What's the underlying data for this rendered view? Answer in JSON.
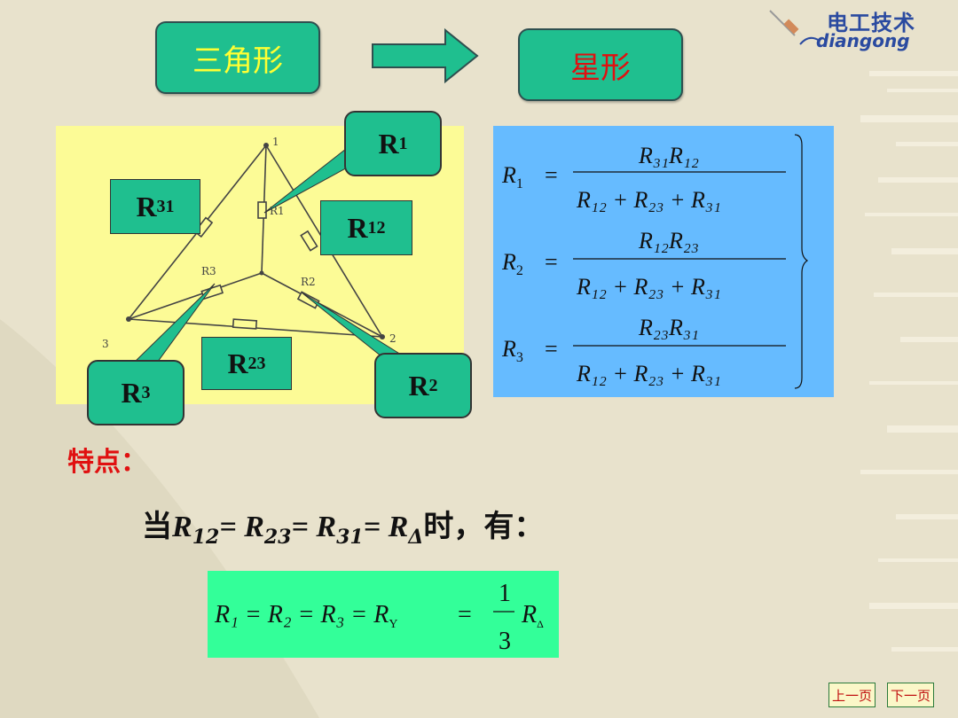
{
  "titles": {
    "triangle": "三角形",
    "star": "星形"
  },
  "logo": {
    "cn": "电工技术",
    "en": "diangong"
  },
  "labels": {
    "r1": "R",
    "r1_sub": "1",
    "r2": "R",
    "r2_sub": "2",
    "r3": "R",
    "r3_sub": "3",
    "r12": "R",
    "r12_sub": "12",
    "r23": "R",
    "r23_sub": "23",
    "r31": "R",
    "r31_sub": "31"
  },
  "sketch_labels": {
    "n1": "1",
    "n2": "2",
    "n3": "3",
    "rk1": "R1",
    "rk2": "R2",
    "rk3": "R3"
  },
  "formulas": [
    {
      "lhs": "R",
      "lhs_sub": "1",
      "num": "R₃₁R₁₂",
      "den": "R₁₂ + R₂₃ + R₃₁"
    },
    {
      "lhs": "R",
      "lhs_sub": "2",
      "num": "R₁₂R₂₃",
      "den": "R₁₂ + R₂₃ + R₃₁"
    },
    {
      "lhs": "R",
      "lhs_sub": "3",
      "num": "R₂₃R₃₁",
      "den": "R₁₂ + R₂₃ + R₃₁"
    }
  ],
  "feature": "特点：",
  "condition": {
    "prefix": "当",
    "r12": "R",
    "r12_sub": "12",
    "eq1": "= ",
    "r23": "R",
    "r23_sub": "23",
    "eq2": "= ",
    "r31": "R",
    "r31_sub": "31",
    "eq3": "= ",
    "rd": "R",
    "rd_sub": "Δ",
    "suffix": "时，有："
  },
  "result": {
    "lhs": "R₁ = R₂ = R₃ = R",
    "y_sub": "Y",
    "eq": "=",
    "num": "1",
    "den": "3",
    "rd": "R",
    "rd_sub": "Δ"
  },
  "nav": {
    "prev": "上一页",
    "next": "下一页"
  }
}
